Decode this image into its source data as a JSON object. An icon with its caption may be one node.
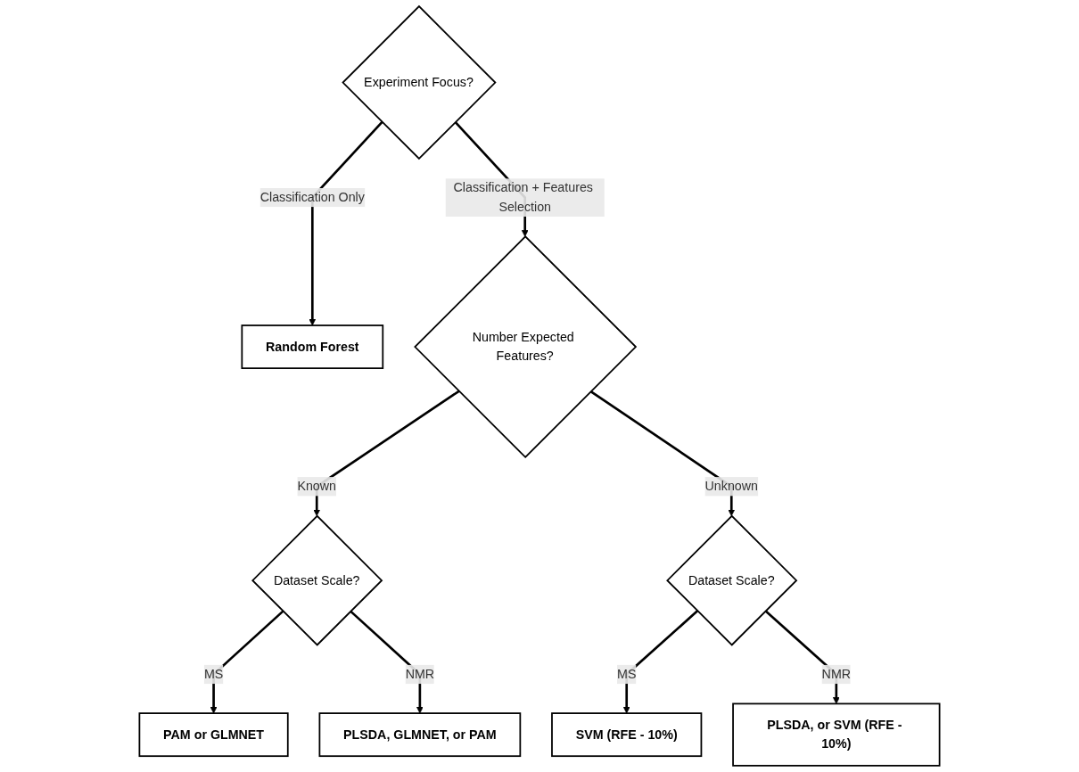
{
  "diagram": {
    "nodes": [
      {
        "text": [
          "Experiment Focus?"
        ]
      },
      {
        "text": [
          "Random Forest"
        ]
      },
      {
        "text": [
          "Number Expected Features?"
        ]
      },
      {
        "text": [
          "Dataset Scale?"
        ]
      },
      {
        "text": [
          "Dataset Scale?"
        ]
      },
      {
        "text": [
          "PAM or GLMNET"
        ]
      },
      {
        "text": [
          "PLSDA, GLMNET, or PAM"
        ]
      },
      {
        "text": [
          "SVM (RFE - 10%)"
        ]
      },
      {
        "text": [
          "PLSDA, or SVM (RFE - 10%)"
        ]
      }
    ],
    "edges": [
      {
        "from": 0,
        "to": 1,
        "arrow": "to",
        "label": "Classification Only"
      },
      {
        "from": 0,
        "to": 2,
        "arrow": "to",
        "label": "Classification + Features Selection"
      },
      {
        "from": 2,
        "to": 3,
        "arrow": "to",
        "label": "Known"
      },
      {
        "from": 2,
        "to": 4,
        "arrow": "to",
        "label": "Unknown"
      },
      {
        "from": 3,
        "to": 5,
        "arrow": "to",
        "label": "MS"
      },
      {
        "from": 3,
        "to": 6,
        "arrow": "to",
        "label": "NMR"
      },
      {
        "from": 4,
        "to": 7,
        "arrow": "to",
        "label": "MS"
      },
      {
        "from": 4,
        "to": 8,
        "arrow": "to",
        "label": "NMR"
      }
    ]
  }
}
